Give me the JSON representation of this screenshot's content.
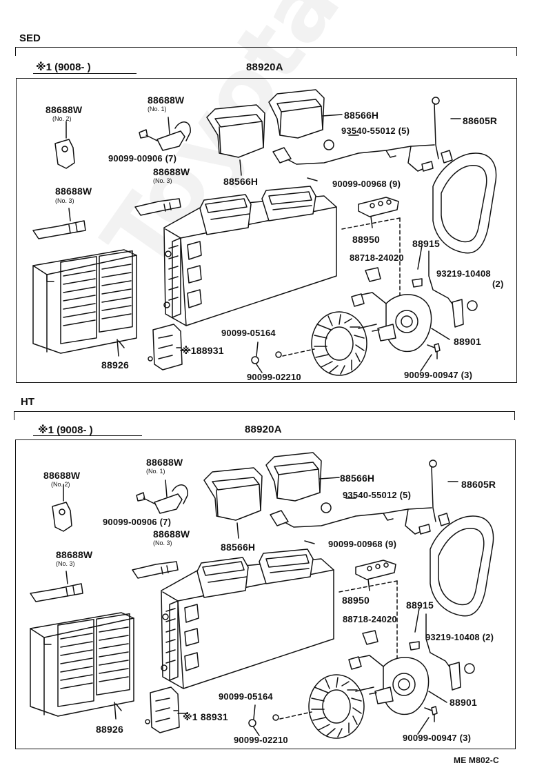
{
  "diagram_code": "ME M802-C",
  "watermark": "ToyotaCar.ru",
  "sections": [
    {
      "title": "SED",
      "header_note": "※1 (9008-       )",
      "assembly": "88920A",
      "labels": {
        "a": "88688W",
        "a_sub": "(No. 2)",
        "b": "88688W",
        "b_sub": "(No. 1)",
        "c": "90099-00906 (7)",
        "d": "88688W",
        "d_sub": "(No. 3)",
        "e": "88688W",
        "e_sub": "(No. 3)",
        "f": "88566H",
        "g": "88566H",
        "h": "93540-55012 (5)",
        "i": "88605R",
        "j": "90099-00968 (9)",
        "k": "88950",
        "l": "88915",
        "m": "88718-24020",
        "n": "93219-10408",
        "n2": "(2)",
        "o": "88901",
        "p": "90099-05164",
        "q": "※188931",
        "r": "90099-02210",
        "s": "90099-00947 (3)",
        "t": "88926"
      }
    },
    {
      "title": "HT",
      "header_note": "※1 (9008-       )",
      "assembly": "88920A",
      "labels": {
        "a": "88688W",
        "a_sub": "(No. 2)",
        "b": "88688W",
        "b_sub": "(No. 1)",
        "c": "90099-00906 (7)",
        "d": "88688W",
        "d_sub": "(No. 3)",
        "e": "88688W",
        "e_sub": "(No. 3)",
        "f": "88566H",
        "g": "88566H",
        "h": "93540-55012 (5)",
        "i": "88605R",
        "j": "90099-00968 (9)",
        "k": "88950",
        "l": "88915",
        "m": "88718-24020",
        "n": "93219-10408 (2)",
        "o": "88901",
        "p": "90099-05164",
        "q": "※1 88931",
        "r": "90099-02210",
        "s": "90099-00947 (3)",
        "t": "88926"
      }
    }
  ]
}
